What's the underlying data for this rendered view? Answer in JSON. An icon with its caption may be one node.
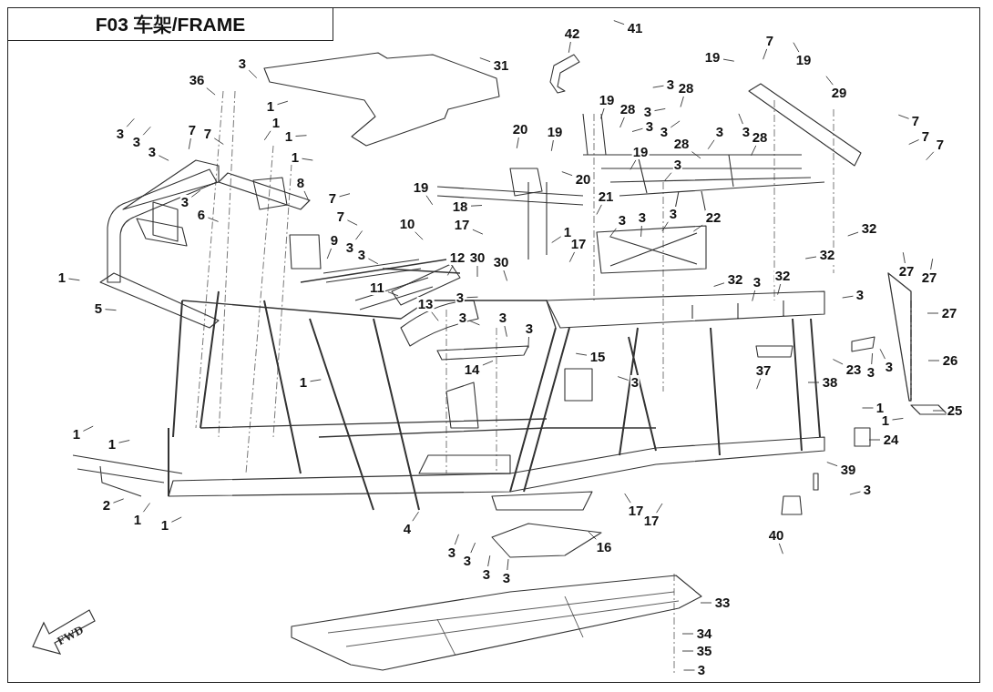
{
  "diagram": {
    "title": "F03 车架/FRAME",
    "nodes": [
      {
        "text": [
          "41"
        ]
      },
      {
        "text": [
          "42"
        ]
      },
      {
        "text": [
          "7"
        ]
      },
      {
        "text": [
          "19"
        ]
      },
      {
        "text": [
          "19"
        ]
      },
      {
        "text": [
          "3"
        ]
      },
      {
        "text": [
          "31"
        ]
      },
      {
        "text": [
          "36"
        ]
      },
      {
        "text": [
          "3"
        ]
      },
      {
        "text": [
          "28"
        ]
      },
      {
        "text": [
          "29"
        ]
      },
      {
        "text": [
          "19"
        ]
      },
      {
        "text": [
          "1"
        ]
      },
      {
        "text": [
          "28"
        ]
      },
      {
        "text": [
          "3"
        ]
      },
      {
        "text": [
          "7"
        ]
      },
      {
        "text": [
          "1"
        ]
      },
      {
        "text": [
          "3"
        ]
      },
      {
        "text": [
          "3"
        ]
      },
      {
        "text": [
          "3"
        ]
      },
      {
        "text": [
          "3"
        ]
      },
      {
        "text": [
          "3"
        ]
      },
      {
        "text": [
          "7"
        ]
      },
      {
        "text": [
          "7"
        ]
      },
      {
        "text": [
          "20"
        ]
      },
      {
        "text": [
          "19"
        ]
      },
      {
        "text": [
          "7"
        ]
      },
      {
        "text": [
          "28"
        ]
      },
      {
        "text": [
          "1"
        ]
      },
      {
        "text": [
          "3"
        ]
      },
      {
        "text": [
          "28"
        ]
      },
      {
        "text": [
          "7"
        ]
      },
      {
        "text": [
          "3"
        ]
      },
      {
        "text": [
          "19"
        ]
      },
      {
        "text": [
          "1"
        ]
      },
      {
        "text": [
          "3"
        ]
      },
      {
        "text": [
          "20"
        ]
      },
      {
        "text": [
          "8"
        ]
      },
      {
        "text": [
          "19"
        ]
      },
      {
        "text": [
          "21"
        ]
      },
      {
        "text": [
          "7"
        ]
      },
      {
        "text": [
          "3"
        ]
      },
      {
        "text": [
          "18"
        ]
      },
      {
        "text": [
          "3"
        ]
      },
      {
        "text": [
          "6"
        ]
      },
      {
        "text": [
          "7"
        ]
      },
      {
        "text": [
          "3"
        ]
      },
      {
        "text": [
          "3"
        ]
      },
      {
        "text": [
          "22"
        ]
      },
      {
        "text": [
          "10"
        ]
      },
      {
        "text": [
          "17"
        ]
      },
      {
        "text": [
          "32"
        ]
      },
      {
        "text": [
          "1"
        ]
      },
      {
        "text": [
          "9"
        ]
      },
      {
        "text": [
          "17"
        ]
      },
      {
        "text": [
          "3"
        ]
      },
      {
        "text": [
          "3"
        ]
      },
      {
        "text": [
          "32"
        ]
      },
      {
        "text": [
          "12"
        ]
      },
      {
        "text": [
          "30"
        ]
      },
      {
        "text": [
          "30"
        ]
      },
      {
        "text": [
          "27"
        ]
      },
      {
        "text": [
          "32"
        ]
      },
      {
        "text": [
          "27"
        ]
      },
      {
        "text": [
          "1"
        ]
      },
      {
        "text": [
          "32"
        ]
      },
      {
        "text": [
          "3"
        ]
      },
      {
        "text": [
          "11"
        ]
      },
      {
        "text": [
          "3"
        ]
      },
      {
        "text": [
          "3"
        ]
      },
      {
        "text": [
          "13"
        ]
      },
      {
        "text": [
          "5"
        ]
      },
      {
        "text": [
          "27"
        ]
      },
      {
        "text": [
          "3"
        ]
      },
      {
        "text": [
          "3"
        ]
      },
      {
        "text": [
          "3"
        ]
      },
      {
        "text": [
          "15"
        ]
      },
      {
        "text": [
          "26"
        ]
      },
      {
        "text": [
          "3"
        ]
      },
      {
        "text": [
          "14"
        ]
      },
      {
        "text": [
          "23"
        ]
      },
      {
        "text": [
          "37"
        ]
      },
      {
        "text": [
          "3"
        ]
      },
      {
        "text": [
          "1"
        ]
      },
      {
        "text": [
          "3"
        ]
      },
      {
        "text": [
          "38"
        ]
      },
      {
        "text": [
          "1"
        ]
      },
      {
        "text": [
          "25"
        ]
      },
      {
        "text": [
          "1"
        ]
      },
      {
        "text": [
          "1"
        ]
      },
      {
        "text": [
          "24"
        ]
      },
      {
        "text": [
          "1"
        ]
      },
      {
        "text": [
          "39"
        ]
      },
      {
        "text": [
          "3"
        ]
      },
      {
        "text": [
          "2"
        ]
      },
      {
        "text": [
          "17"
        ]
      },
      {
        "text": [
          "1"
        ]
      },
      {
        "text": [
          "17"
        ]
      },
      {
        "text": [
          "1"
        ]
      },
      {
        "text": [
          "4"
        ]
      },
      {
        "text": [
          "40"
        ]
      },
      {
        "text": [
          "16"
        ]
      },
      {
        "text": [
          "3"
        ]
      },
      {
        "text": [
          "3"
        ]
      },
      {
        "text": [
          "3"
        ]
      },
      {
        "text": [
          "3"
        ]
      },
      {
        "text": [
          "33"
        ]
      },
      {
        "text": [
          "34"
        ]
      },
      {
        "text": [
          "35"
        ]
      },
      {
        "text": [
          "3"
        ]
      }
    ],
    "edges": [
      {
        "from": 0,
        "to": null,
        "arrow": "none"
      },
      {
        "from": 1,
        "to": null,
        "arrow": "none"
      },
      {
        "from": 2,
        "to": null,
        "arrow": "none"
      },
      {
        "from": 3,
        "to": null,
        "arrow": "none"
      },
      {
        "from": 4,
        "to": null,
        "arrow": "none"
      },
      {
        "from": 5,
        "to": null,
        "arrow": "none"
      },
      {
        "from": 6,
        "to": null,
        "arrow": "none"
      },
      {
        "from": 7,
        "to": null,
        "arrow": "none"
      },
      {
        "from": 8,
        "to": null,
        "arrow": "none"
      },
      {
        "from": 9,
        "to": null,
        "arrow": "none"
      },
      {
        "from": 10,
        "to": null,
        "arrow": "none"
      },
      {
        "from": 11,
        "to": null,
        "arrow": "none"
      },
      {
        "from": 12,
        "to": null,
        "arrow": "none"
      },
      {
        "from": 13,
        "to": null,
        "arrow": "none"
      },
      {
        "from": 14,
        "to": null,
        "arrow": "none"
      },
      {
        "from": 15,
        "to": null,
        "arrow": "none"
      },
      {
        "from": 16,
        "to": null,
        "arrow": "none"
      },
      {
        "from": 17,
        "to": null,
        "arrow": "none"
      },
      {
        "from": 18,
        "to": null,
        "arrow": "none"
      },
      {
        "from": 19,
        "to": null,
        "arrow": "none"
      },
      {
        "from": 20,
        "to": null,
        "arrow": "none"
      },
      {
        "from": 21,
        "to": null,
        "arrow": "none"
      },
      {
        "from": 22,
        "to": null,
        "arrow": "none"
      },
      {
        "from": 23,
        "to": null,
        "arrow": "none"
      },
      {
        "from": 24,
        "to": null,
        "arrow": "none"
      },
      {
        "from": 25,
        "to": null,
        "arrow": "none"
      },
      {
        "from": 26,
        "to": null,
        "arrow": "none"
      },
      {
        "from": 27,
        "to": null,
        "arrow": "none"
      },
      {
        "from": 28,
        "to": null,
        "arrow": "none"
      },
      {
        "from": 29,
        "to": null,
        "arrow": "none"
      },
      {
        "from": 30,
        "to": null,
        "arrow": "none"
      },
      {
        "from": 31,
        "to": null,
        "arrow": "none"
      },
      {
        "from": 32,
        "to": null,
        "arrow": "none"
      },
      {
        "from": 33,
        "to": null,
        "arrow": "none"
      },
      {
        "from": 34,
        "to": null,
        "arrow": "none"
      },
      {
        "from": 35,
        "to": null,
        "arrow": "none"
      },
      {
        "from": 36,
        "to": null,
        "arrow": "none"
      },
      {
        "from": 37,
        "to": null,
        "arrow": "none"
      },
      {
        "from": 38,
        "to": null,
        "arrow": "none"
      },
      {
        "from": 39,
        "to": null,
        "arrow": "none"
      },
      {
        "from": 40,
        "to": null,
        "arrow": "none"
      },
      {
        "from": 41,
        "to": null,
        "arrow": "none"
      },
      {
        "from": 42,
        "to": null,
        "arrow": "none"
      },
      {
        "from": 43,
        "to": null,
        "arrow": "none"
      },
      {
        "from": 44,
        "to": null,
        "arrow": "none"
      },
      {
        "from": 45,
        "to": null,
        "arrow": "none"
      },
      {
        "from": 46,
        "to": null,
        "arrow": "none"
      },
      {
        "from": 47,
        "to": null,
        "arrow": "none"
      },
      {
        "from": 48,
        "to": null,
        "arrow": "none"
      },
      {
        "from": 49,
        "to": null,
        "arrow": "none"
      },
      {
        "from": 50,
        "to": null,
        "arrow": "none"
      },
      {
        "from": 51,
        "to": null,
        "arrow": "none"
      },
      {
        "from": 52,
        "to": null,
        "arrow": "none"
      },
      {
        "from": 53,
        "to": null,
        "arrow": "none"
      },
      {
        "from": 54,
        "to": null,
        "arrow": "none"
      },
      {
        "from": 55,
        "to": null,
        "arrow": "none"
      },
      {
        "from": 56,
        "to": null,
        "arrow": "none"
      },
      {
        "from": 57,
        "to": null,
        "arrow": "none"
      },
      {
        "from": 58,
        "to": null,
        "arrow": "none"
      },
      {
        "from": 59,
        "to": null,
        "arrow": "none"
      },
      {
        "from": 60,
        "to": null,
        "arrow": "none"
      },
      {
        "from": 61,
        "to": null,
        "arrow": "none"
      },
      {
        "from": 62,
        "to": null,
        "arrow": "none"
      },
      {
        "from": 63,
        "to": null,
        "arrow": "none"
      },
      {
        "from": 64,
        "to": null,
        "arrow": "none"
      },
      {
        "from": 65,
        "to": null,
        "arrow": "none"
      },
      {
        "from": 66,
        "to": null,
        "arrow": "none"
      },
      {
        "from": 67,
        "to": null,
        "arrow": "none"
      },
      {
        "from": 68,
        "to": null,
        "arrow": "none"
      },
      {
        "from": 69,
        "to": null,
        "arrow": "none"
      },
      {
        "from": 70,
        "to": null,
        "arrow": "none"
      },
      {
        "from": 71,
        "to": null,
        "arrow": "none"
      },
      {
        "from": 72,
        "to": null,
        "arrow": "none"
      },
      {
        "from": 73,
        "to": null,
        "arrow": "none"
      },
      {
        "from": 74,
        "to": null,
        "arrow": "none"
      },
      {
        "from": 75,
        "to": null,
        "arrow": "none"
      },
      {
        "from": 76,
        "to": null,
        "arrow": "none"
      },
      {
        "from": 77,
        "to": null,
        "arrow": "none"
      },
      {
        "from": 78,
        "to": null,
        "arrow": "none"
      },
      {
        "from": 79,
        "to": null,
        "arrow": "none"
      },
      {
        "from": 80,
        "to": null,
        "arrow": "none"
      },
      {
        "from": 81,
        "to": null,
        "arrow": "none"
      },
      {
        "from": 82,
        "to": null,
        "arrow": "none"
      },
      {
        "from": 83,
        "to": null,
        "arrow": "none"
      },
      {
        "from": 84,
        "to": null,
        "arrow": "none"
      },
      {
        "from": 85,
        "to": null,
        "arrow": "none"
      },
      {
        "from": 86,
        "to": null,
        "arrow": "none"
      },
      {
        "from": 87,
        "to": null,
        "arrow": "none"
      },
      {
        "from": 88,
        "to": null,
        "arrow": "none"
      },
      {
        "from": 89,
        "to": null,
        "arrow": "none"
      },
      {
        "from": 90,
        "to": null,
        "arrow": "none"
      },
      {
        "from": 91,
        "to": null,
        "arrow": "none"
      },
      {
        "from": 92,
        "to": null,
        "arrow": "none"
      },
      {
        "from": 93,
        "to": null,
        "arrow": "none"
      },
      {
        "from": 94,
        "to": null,
        "arrow": "none"
      },
      {
        "from": 95,
        "to": null,
        "arrow": "none"
      },
      {
        "from": 96,
        "to": null,
        "arrow": "none"
      },
      {
        "from": 97,
        "to": null,
        "arrow": "none"
      },
      {
        "from": 98,
        "to": null,
        "arrow": "none"
      },
      {
        "from": 99,
        "to": null,
        "arrow": "none"
      },
      {
        "from": 100,
        "to": null,
        "arrow": "none"
      },
      {
        "from": 101,
        "to": null,
        "arrow": "none"
      },
      {
        "from": 102,
        "to": null,
        "arrow": "none"
      },
      {
        "from": 103,
        "to": null,
        "arrow": "none"
      },
      {
        "from": 104,
        "to": null,
        "arrow": "none"
      },
      {
        "from": 105,
        "to": null,
        "arrow": "none"
      },
      {
        "from": 106,
        "to": null,
        "arrow": "none"
      },
      {
        "from": 107,
        "to": null,
        "arrow": "none"
      },
      {
        "from": 108,
        "to": null,
        "arrow": "none"
      },
      {
        "from": 109,
        "to": null,
        "arrow": "none"
      }
    ],
    "labels": [
      "FWD"
    ]
  }
}
